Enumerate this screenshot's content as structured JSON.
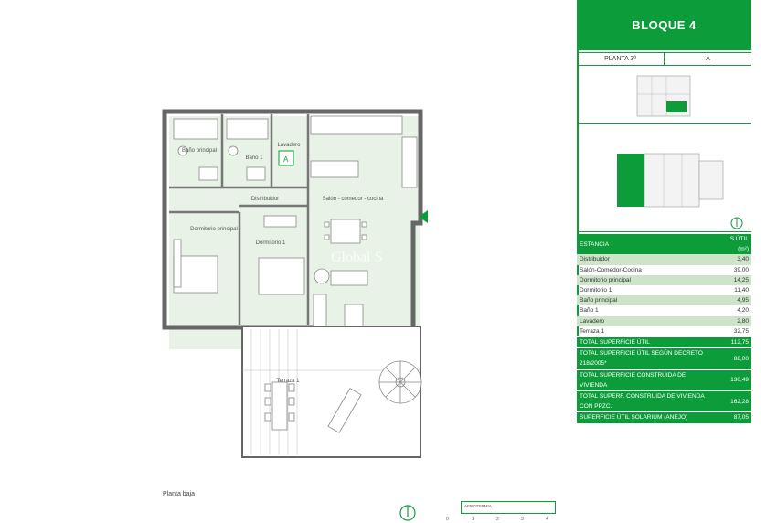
{
  "header": {
    "title": "BLOQUE 4"
  },
  "subheader": {
    "floor": "PLANTA 3ª",
    "unit": "A"
  },
  "plan": {
    "caption": "Planta baja",
    "unit_marker": "A",
    "watermark": "Global S",
    "rooms": {
      "bano_principal": "Baño principal",
      "bano1": "Baño 1",
      "lavadero": "Lavadero",
      "distribuidor": "Distribuidor",
      "salon": "Salón - comedor - cocina",
      "dormitorio_principal": "Dormitorio principal",
      "dormitorio1": "Dormitorio 1",
      "terraza": "Terraza 1"
    }
  },
  "table": {
    "header": {
      "label": "ESTANCIA",
      "unit": "S.ÚTIL (m²)"
    },
    "rows": [
      {
        "label": "Distribuidor",
        "value": "3,40"
      },
      {
        "label": "Salón-Comedor-Cocina",
        "value": "39,00"
      },
      {
        "label": "Dormitorio principal",
        "value": "14,25"
      },
      {
        "label": "Dormitorio 1",
        "value": "11,40"
      },
      {
        "label": "Baño principal",
        "value": "4,95"
      },
      {
        "label": "Baño 1",
        "value": "4,20"
      },
      {
        "label": "Lavadero",
        "value": "2,80"
      },
      {
        "label": "Terraza 1",
        "value": "32,75"
      }
    ],
    "totals": [
      {
        "label": "TOTAL SUPERFICIE ÚTIL",
        "value": "112,75"
      },
      {
        "label": "TOTAL SUPERFICIE ÚTIL SEGÚN DECRETO 218/2005*",
        "value": "88,00"
      },
      {
        "label": "TOTAL SUPERFICIE CONSTRUIDA DE VIVIENDA",
        "value": "130,49"
      },
      {
        "label": "TOTAL SUPERF. CONSTRUIDA DE VIVIENDA CON PPZC.",
        "value": "162,28"
      },
      {
        "label": "SUPERFICIE ÚTIL SOLARIUM (ANEJO)",
        "value": "87,05"
      }
    ]
  },
  "scale": {
    "label": "AEROTERMIA",
    "ticks": [
      "0",
      "1",
      "2",
      "3",
      "4"
    ]
  },
  "colors": {
    "accent": "#0d9c3a",
    "highlight": "#cde4c9"
  },
  "icons": [
    "north-compass-icon",
    "north-compass-icon"
  ]
}
